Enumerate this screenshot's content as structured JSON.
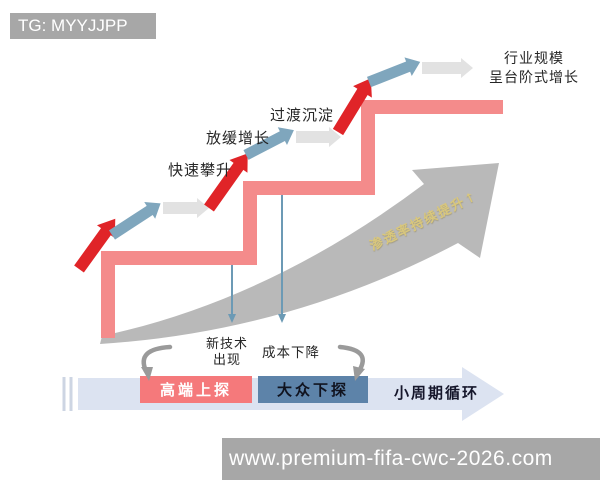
{
  "banners": {
    "top_watermark": "TG: MYYJJPP",
    "bottom_watermark": "www.premium-fifa-cwc-2026.com"
  },
  "diagram": {
    "title": {
      "line1": "行业规模",
      "line2": "呈台阶式增长"
    },
    "phases": {
      "rapid_climb": "快速攀升",
      "slowing_growth": "放缓增长",
      "transition_settle": "过渡沉淀"
    },
    "swoosh_label": "渗透率持续提升↑",
    "drivers": {
      "new_tech_line1": "新技术",
      "new_tech_line2": "出现",
      "cost_down": "成本下降"
    },
    "cycle_bar": {
      "high_end": "高端上探",
      "mass_market": "大众下探",
      "small_cycle": "小周期循环"
    },
    "colors": {
      "staircase": "#f48b8b",
      "red_arrow": "#e02428",
      "blue_arrow": "#7fa6bd",
      "gray_arrow": "#e2e2e2",
      "swoosh": "#b9b9b9",
      "gold_text": "#d9c77c",
      "indicator_line": "#6c9ab5",
      "arc_arrow": "#9a9a9a",
      "band": "#dce3f1",
      "band_tick": "#cdd5e3",
      "high_end_box": "#f5797b",
      "mass_box": "#5d83a9",
      "banner": "#a7a7a7"
    }
  }
}
